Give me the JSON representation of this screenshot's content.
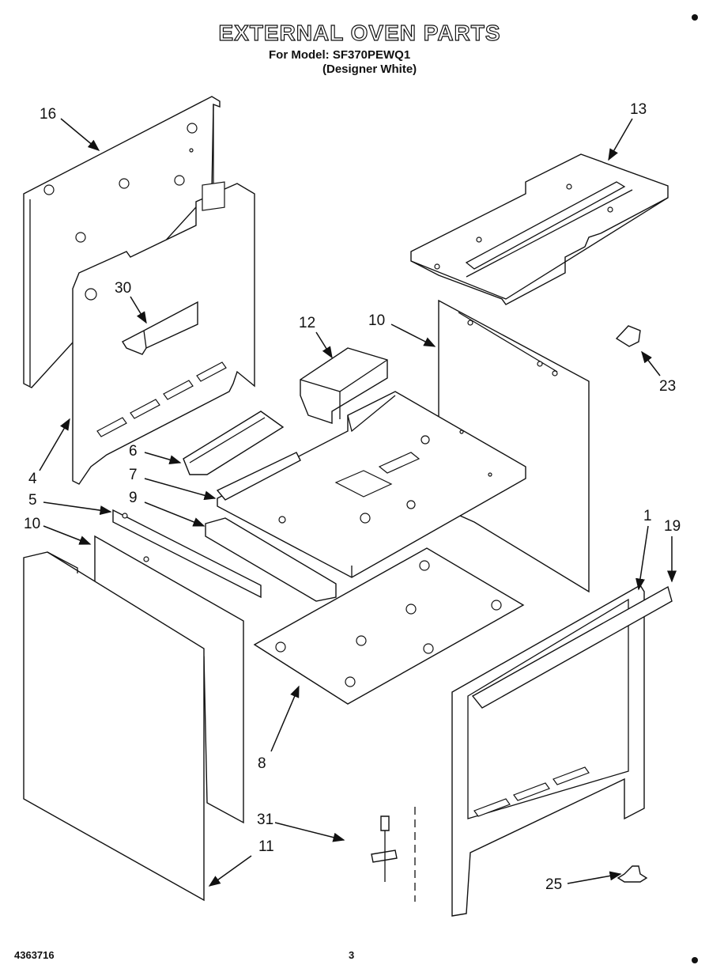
{
  "header": {
    "title": "EXTERNAL OVEN PARTS",
    "model_line": "For Model: SF370PEWQ1",
    "variant_line": "(Designer White)"
  },
  "callouts": {
    "p16": "16",
    "p13": "13",
    "p30": "30",
    "p12": "12",
    "p10a": "10",
    "p23": "23",
    "p6": "6",
    "p4": "4",
    "p7": "7",
    "p5": "5",
    "p9": "9",
    "p10b": "10",
    "p1": "1",
    "p19": "19",
    "p8": "8",
    "p31": "31",
    "p11": "11",
    "p25": "25"
  },
  "footer": {
    "doc_number": "4363716",
    "page_number": "3"
  }
}
